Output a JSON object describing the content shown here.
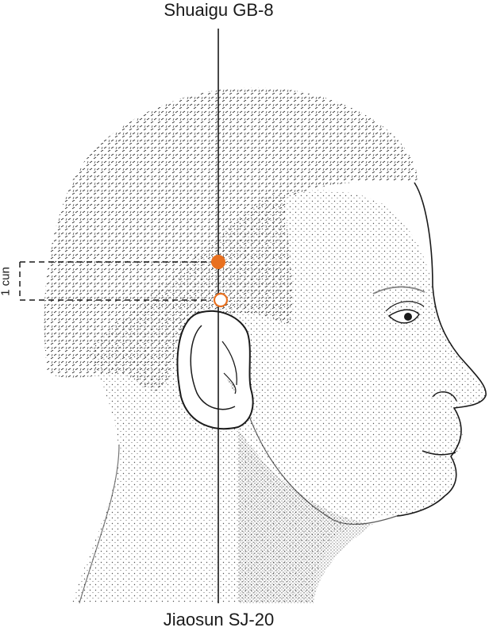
{
  "labels": {
    "top_point": "Shuaigu GB-8",
    "bottom_point": "Jiaosun SJ-20",
    "measure": "1 cun"
  },
  "colors": {
    "accent": "#e8701f",
    "ink": "#1a1a1a"
  },
  "points": [
    {
      "name": "Shuaigu GB-8",
      "marker": "filled-circle"
    },
    {
      "name": "Jiaosun SJ-20",
      "marker": "hollow-circle"
    }
  ]
}
